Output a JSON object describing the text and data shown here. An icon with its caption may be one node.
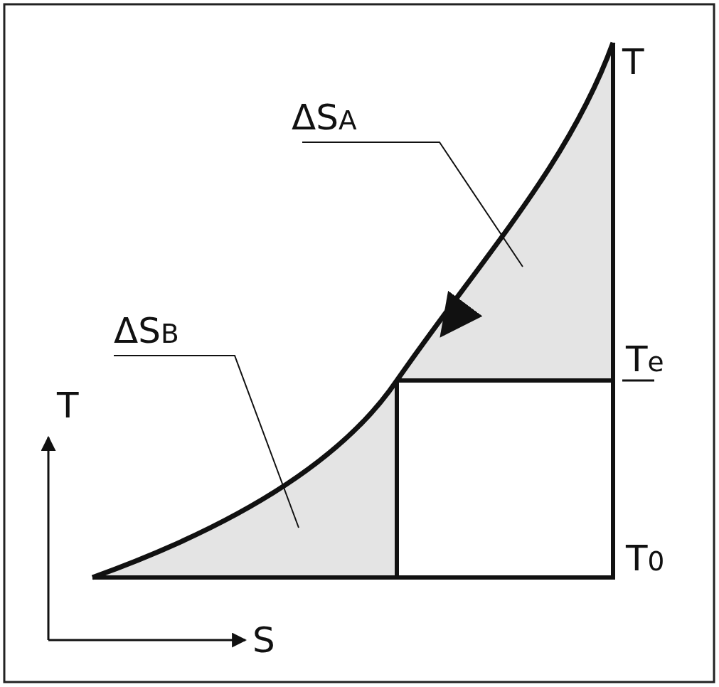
{
  "diagram": {
    "nodes": [
      {
        "text": [
          "ΔS$_{A}$"
        ]
      },
      {
        "text": [],
        "shape": "area"
      },
      {
        "text": [
          "ΔS$_{B}$"
        ]
      },
      {
        "text": [],
        "shape": "area"
      }
    ],
    "edges": [
      {
        "from": 0,
        "to": 1,
        "arrow": "none"
      },
      {
        "from": 2,
        "to": 3,
        "arrow": "none"
      }
    ],
    "labels": [
      "T",
      "T$_{e}$",
      "T",
      "T$_{0}$",
      "S"
    ]
  }
}
